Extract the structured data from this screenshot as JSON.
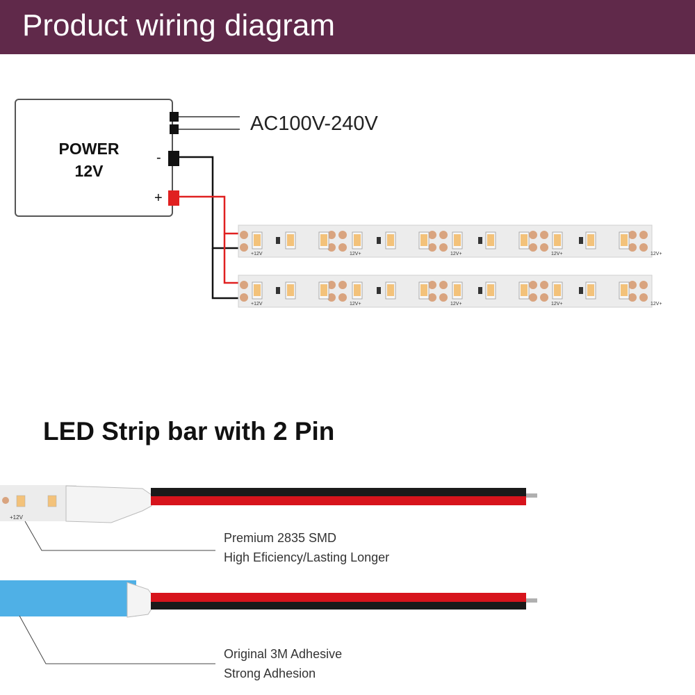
{
  "header": {
    "title": "Product wiring diagram"
  },
  "power_supply": {
    "line1": "POWER",
    "line2": "12V",
    "negative_sign": "-",
    "positive_sign": "+"
  },
  "input": {
    "label": "AC100V-240V"
  },
  "strip": {
    "pad_label": "12V+",
    "pad_label_first": "+12V"
  },
  "section": {
    "title": "LED Strip bar with 2 Pin"
  },
  "callouts": [
    {
      "line1": "Premium 2835 SMD",
      "line2": "High Eficiency/Lasting Longer"
    },
    {
      "line1": "Original 3M Adhesive",
      "line2": "Strong Adhesion"
    }
  ],
  "colors": {
    "header_bg": "#60294a",
    "wire_red": "#e02020",
    "wire_black": "#111111",
    "led": "#f3c27a",
    "pad": "#d9a47f",
    "tape_blue": "#4fb0e6"
  }
}
